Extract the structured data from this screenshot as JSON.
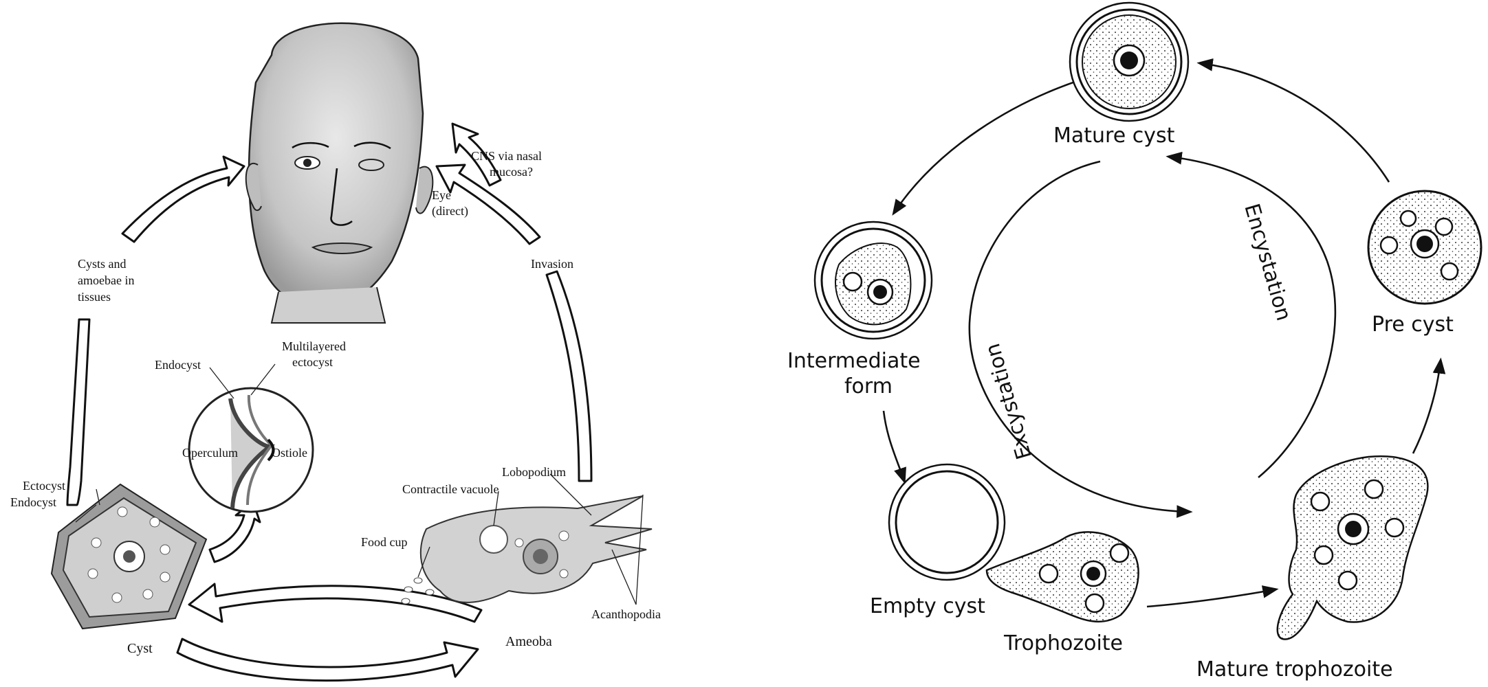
{
  "left_panel": {
    "labels": {
      "cns": "CNS via nasal",
      "cns2": "mucosa?",
      "eye": "Eye",
      "eye2": "(direct)",
      "cysts1": "Cysts and",
      "cysts2": "amoebae in",
      "cysts3": "tissues",
      "invasion": "Invasion",
      "endocyst_top": "Endocyst",
      "multilayered1": "Multilayered",
      "multilayered2": "ectocyst",
      "operculum": "Operculum",
      "ostiole": "Ostiole",
      "ectocyst": "Ectocyst",
      "endocyst_left": "Endocyst",
      "cyst": "Cyst",
      "lobopodium": "Lobopodium",
      "contractile": "Contractile vacuole",
      "food_cup": "Food cup",
      "acanthopodia": "Acanthopodia",
      "ameoba": "Ameoba"
    }
  },
  "right_panel": {
    "labels": {
      "mature_cyst": "Mature cyst",
      "intermediate1": "Intermediate",
      "intermediate2": "form",
      "pre_cyst": "Pre cyst",
      "empty_cyst": "Empty cyst",
      "trophozoite": "Trophozoite",
      "mature_troph": "Mature trophozoite",
      "encystation": "Encystation",
      "excystation": "Excystation"
    }
  }
}
